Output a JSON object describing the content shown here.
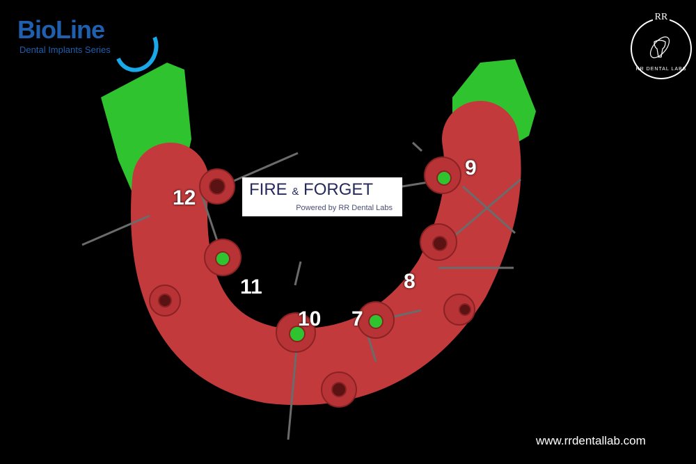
{
  "logos": {
    "bioline": {
      "name": "BioLine",
      "subtitle": "Dental Implants Series"
    },
    "rr_dental": {
      "initials": "RR",
      "name": "RR DENTAL LABS"
    },
    "fire_forget": {
      "title_part1": "FIRE",
      "ampersand": "&",
      "title_part2": "FORGET",
      "subtitle": "Powered by RR Dental Labs"
    }
  },
  "implant_labels": [
    "12",
    "11",
    "10",
    "7",
    "8",
    "9"
  ],
  "website": "www.rrdentallab.com",
  "colors": {
    "model": "#c23a3c",
    "soft_tissue": "#2fc42f",
    "brand_blue": "#1f5fae"
  }
}
